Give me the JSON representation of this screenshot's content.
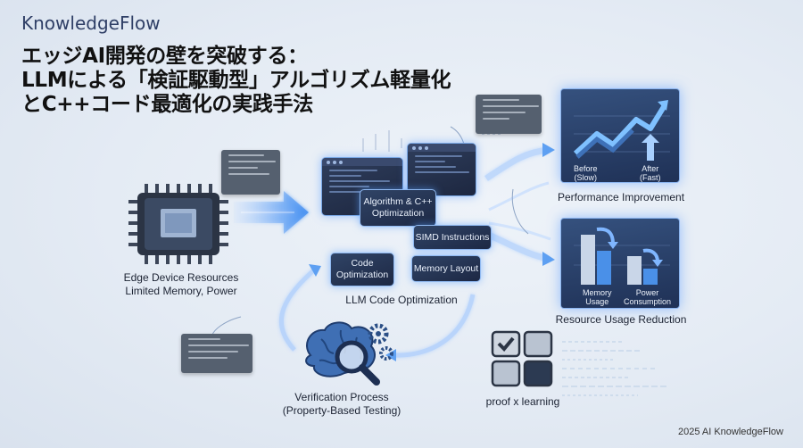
{
  "brand": "KnowledgeFlow",
  "title_lines": [
    "エッジAI開発の壁を突破する：",
    "LLMによる「検証駆動型」アルゴリズム軽量化",
    "とC++コード最適化の実践手法"
  ],
  "edge_label_line1": "Edge Device Resources",
  "edge_label_line2": "Limited Memory, Power",
  "opt_label": "LLM Code Optimization",
  "cards": {
    "algorithm": "Algorithm & C++\nOptimization",
    "simd": "SIMD Instructions",
    "code": "Code\nOptimization",
    "memory": "Memory Layout"
  },
  "verification_line1": "Verification Process",
  "verification_line2": "(Property-Based Testing)",
  "proof_label": "proof x learning",
  "performance": {
    "label": "Performance Improvement",
    "before": "Before\n(Slow)",
    "after": "After\n(Fast)"
  },
  "resource": {
    "label": "Resource Usage Reduction",
    "memory": "Memory\nUsage",
    "power": "Power\nConsumption"
  },
  "footer": "2025 AI KnowledgeFlow",
  "colors": {
    "accent": "#4a90e8",
    "panel": "#26406b",
    "glow": "#7fb6ff"
  },
  "icons": [
    "chip-icon",
    "brain-icon",
    "magnifier-icon",
    "gear-icon",
    "checkbox-grid-icon",
    "trend-up-icon"
  ]
}
